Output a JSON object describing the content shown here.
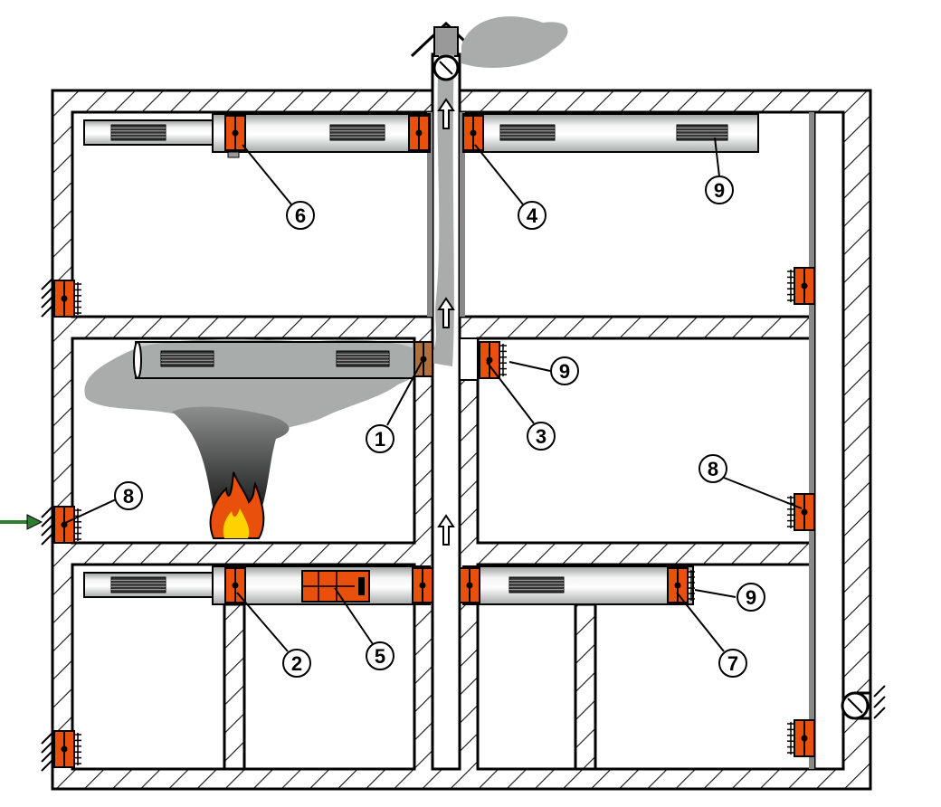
{
  "diagram": {
    "callouts": [
      {
        "id": "6",
        "text": "6"
      },
      {
        "id": "4",
        "text": "4"
      },
      {
        "id": "9a",
        "text": "9"
      },
      {
        "id": "1",
        "text": "1"
      },
      {
        "id": "3",
        "text": "3"
      },
      {
        "id": "9b",
        "text": "9"
      },
      {
        "id": "8a",
        "text": "8"
      },
      {
        "id": "8b",
        "text": "8"
      },
      {
        "id": "2",
        "text": "2"
      },
      {
        "id": "5",
        "text": "5"
      },
      {
        "id": "9c",
        "text": "9"
      },
      {
        "id": "7",
        "text": "7"
      }
    ],
    "colors": {
      "damper": "#e8500c",
      "damper_triggered": "#b0703a",
      "smoke": "#a9acab",
      "smoke_dark": "#3a3a3a",
      "fresh_air_arrow": "#2e7d32"
    }
  }
}
